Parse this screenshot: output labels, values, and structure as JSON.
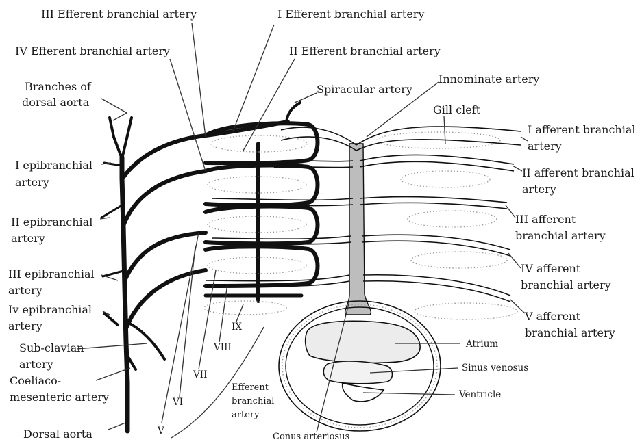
{
  "labels": {
    "efferent_3": "III Efferent branchial artery",
    "efferent_1": "I Efferent branchial artery",
    "efferent_4": "IV Efferent branchial artery",
    "efferent_2": "II Efferent branchial artery",
    "branches_dorsal_aorta_1": "Branches of",
    "branches_dorsal_aorta_2": "dorsal aorta",
    "spiracular": "Spiracular artery",
    "innominate": "Innominate artery",
    "gill_cleft": "Gill cleft",
    "afferent_1a": "I afferent branchial",
    "afferent_1b": "artery",
    "epibranchial_1a": "I epibranchial",
    "epibranchial_1b": "artery",
    "afferent_2a": "II afferent branchial",
    "afferent_2b": "artery",
    "epibranchial_2a": "II epibranchial",
    "epibranchial_2b": "artery",
    "afferent_3a": "III afferent",
    "afferent_3b": "branchial artery",
    "epibranchial_3a": "III epibranchial",
    "epibranchial_3b": "artery",
    "afferent_4a": "IV afferent",
    "afferent_4b": "branchial artery",
    "epibranchial_4a": "Iv epibranchial",
    "epibranchial_4b": "artery",
    "afferent_5a": "V afferent",
    "afferent_5b": "branchial artery",
    "subclavian_1": "Sub-clavian",
    "subclavian_2": "artery",
    "coeliaco_1": "Coeliaco-",
    "coeliaco_2": "mesenteric artery",
    "dorsal_aorta": "Dorsal aorta",
    "atrium": "Atrium",
    "sinus_venosus": "Sinus venosus",
    "ventricle": "Ventricle",
    "conus": "Conus arteriosus",
    "efferent_a": "Efferent",
    "efferent_b": "branchial",
    "efferent_c": "artery",
    "roman_v": "V",
    "roman_vi": "VI",
    "roman_vii": "VII",
    "roman_viii": "VIII",
    "roman_ix": "IX"
  }
}
